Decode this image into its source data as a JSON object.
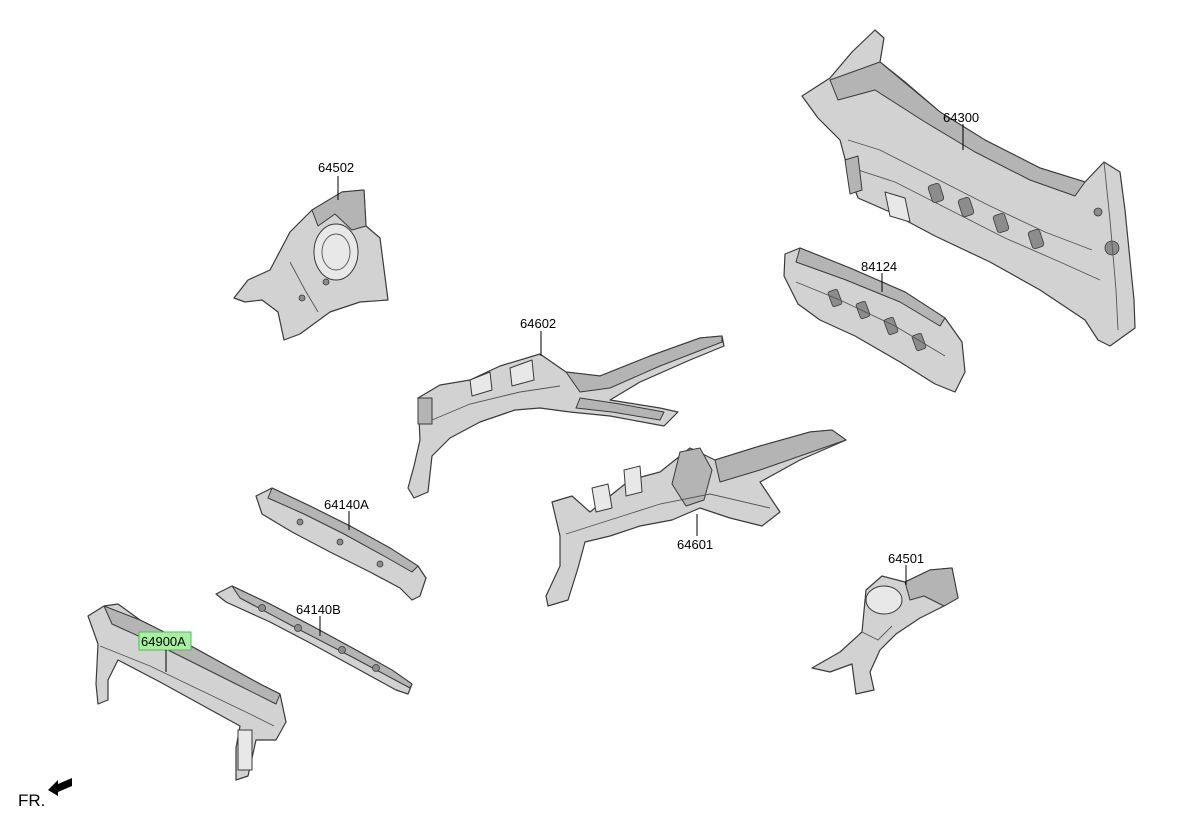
{
  "parts": [
    {
      "id": "64300",
      "label": "64300",
      "highlighted": false
    },
    {
      "id": "84124",
      "label": "84124",
      "highlighted": false
    },
    {
      "id": "64502",
      "label": "64502",
      "highlighted": false
    },
    {
      "id": "64602",
      "label": "64602",
      "highlighted": false
    },
    {
      "id": "64601",
      "label": "64601",
      "highlighted": false
    },
    {
      "id": "64140A",
      "label": "64140A",
      "highlighted": false
    },
    {
      "id": "64140B",
      "label": "64140B",
      "highlighted": false
    },
    {
      "id": "64900A",
      "label": "64900A",
      "highlighted": true
    },
    {
      "id": "64501",
      "label": "64501",
      "highlighted": false
    }
  ],
  "direction_indicator": {
    "label": "FR.",
    "icon": "front-arrow-icon"
  },
  "colors": {
    "highlight": "#a6f0a0",
    "part_fill": "#d2d2d2",
    "outline": "#3a3a3a"
  }
}
